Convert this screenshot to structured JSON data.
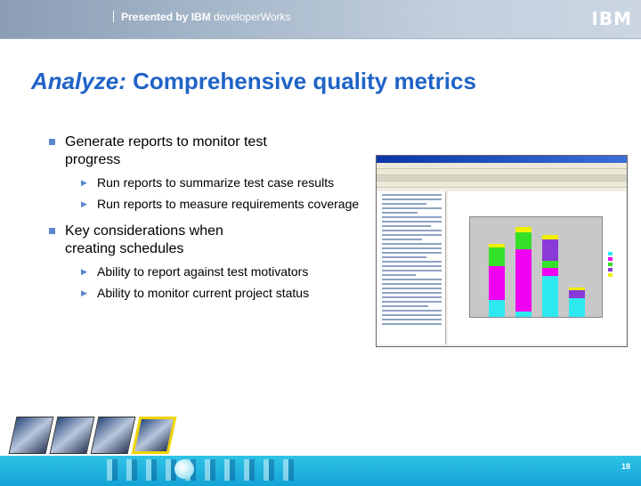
{
  "header": {
    "presented_bold": "Presented by IBM",
    "presented_rest": " developerWorks",
    "logo": "IBM"
  },
  "title": {
    "italic": "Analyze:",
    "rest": " Comprehensive quality metrics"
  },
  "bullets": [
    {
      "text": "Generate reports to monitor test progress",
      "sub": [
        "Run reports to summarize test case results",
        "Run reports to measure requirements coverage"
      ]
    },
    {
      "text": "Key considerations when creating schedules",
      "sub": [
        "Ability to report against test motivators",
        "Ability to monitor current project status"
      ]
    }
  ],
  "footer": {
    "page_number": "18"
  },
  "screenshot": {
    "icon": "report-chart-screenshot",
    "bars": [
      {
        "segments": [
          {
            "c": "#2ee8f0",
            "v": 20
          },
          {
            "c": "#f000f0",
            "v": 40
          },
          {
            "c": "#34e028",
            "v": 22
          },
          {
            "c": "#f0f000",
            "v": 4
          }
        ]
      },
      {
        "segments": [
          {
            "c": "#2ee8f0",
            "v": 6
          },
          {
            "c": "#f000f0",
            "v": 74
          },
          {
            "c": "#34e028",
            "v": 20
          },
          {
            "c": "#f0f000",
            "v": 6
          }
        ]
      },
      {
        "segments": [
          {
            "c": "#2ee8f0",
            "v": 48
          },
          {
            "c": "#f000f0",
            "v": 10
          },
          {
            "c": "#34e028",
            "v": 8
          },
          {
            "c": "#8a3ad8",
            "v": 26
          },
          {
            "c": "#f0f000",
            "v": 5
          }
        ]
      },
      {
        "segments": [
          {
            "c": "#2ee8f0",
            "v": 22
          },
          {
            "c": "#8a3ad8",
            "v": 10
          },
          {
            "c": "#f0f000",
            "v": 3
          }
        ]
      }
    ]
  }
}
